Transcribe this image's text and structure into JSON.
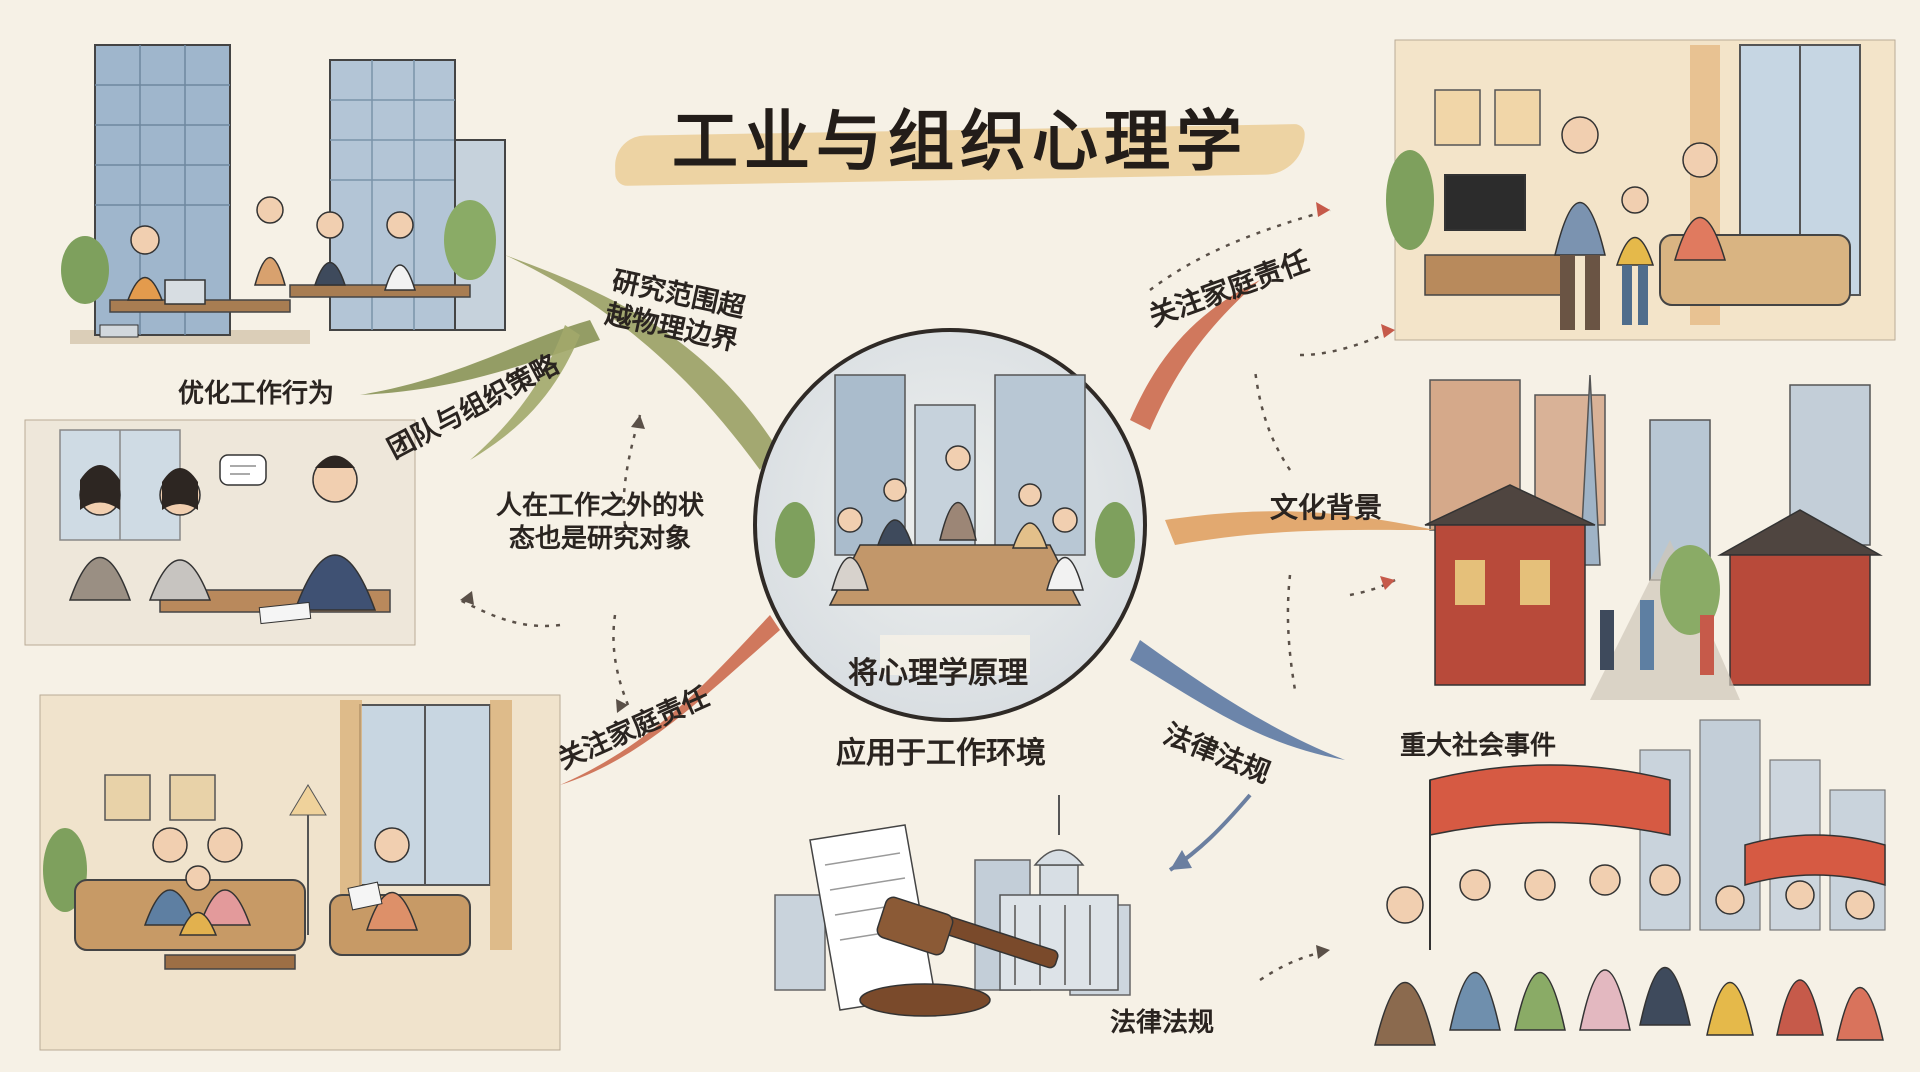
{
  "title": "工业与组织心理学",
  "center": {
    "line1": "将心理学原理",
    "line2": "应用于工作环境"
  },
  "branches": {
    "optimize_behavior": "优化工作行为",
    "team_strategy": "团队与组织策略",
    "scope_beyond": "研究范围超越物理边界",
    "outside_work": "人在工作之外的状态也是研究对象",
    "family_left": "关注家庭责任",
    "family_right": "关注家庭责任",
    "culture": "文化背景",
    "law_right": "法律法规",
    "social_events": "重大社会事件",
    "law_bottom": "法律法规"
  },
  "colors": {
    "paper": "#f6f1e6",
    "branch_olive": "#9aa064",
    "branch_red": "#cc6a4e",
    "branch_orange": "#e0a163",
    "branch_blue": "#5d79a3",
    "title_wash": "#e9c88c",
    "ink": "#2a2420"
  }
}
